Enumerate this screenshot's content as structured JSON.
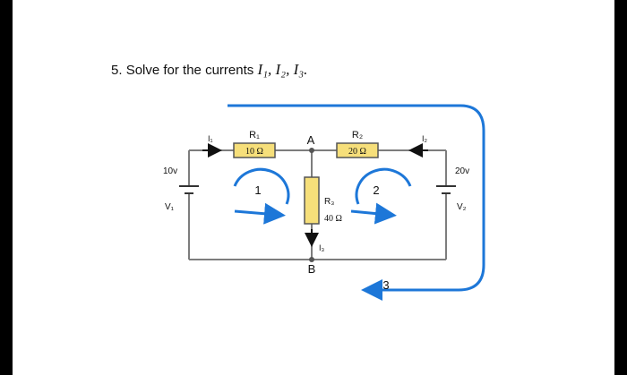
{
  "question": {
    "number": "5.",
    "text": "Solve for the currents",
    "variables": "I₁, I₂, I₃."
  },
  "circuit": {
    "resistors": [
      {
        "name": "R₁",
        "value": "10 Ω"
      },
      {
        "name": "R₂",
        "value": "20 Ω"
      },
      {
        "name": "R₃",
        "value": "40 Ω"
      }
    ],
    "sources": [
      {
        "name": "V₁",
        "value": "10v"
      },
      {
        "name": "V₂",
        "value": "20v"
      }
    ],
    "currents": [
      "I₁",
      "I₂",
      "I₃"
    ],
    "nodes": [
      "A",
      "B"
    ],
    "loops": [
      "1",
      "2",
      "3"
    ],
    "colors": {
      "wire": "#7d7d7d",
      "resistor_fill": "#f6df7a",
      "loop_arrow": "#1d77d8"
    }
  }
}
